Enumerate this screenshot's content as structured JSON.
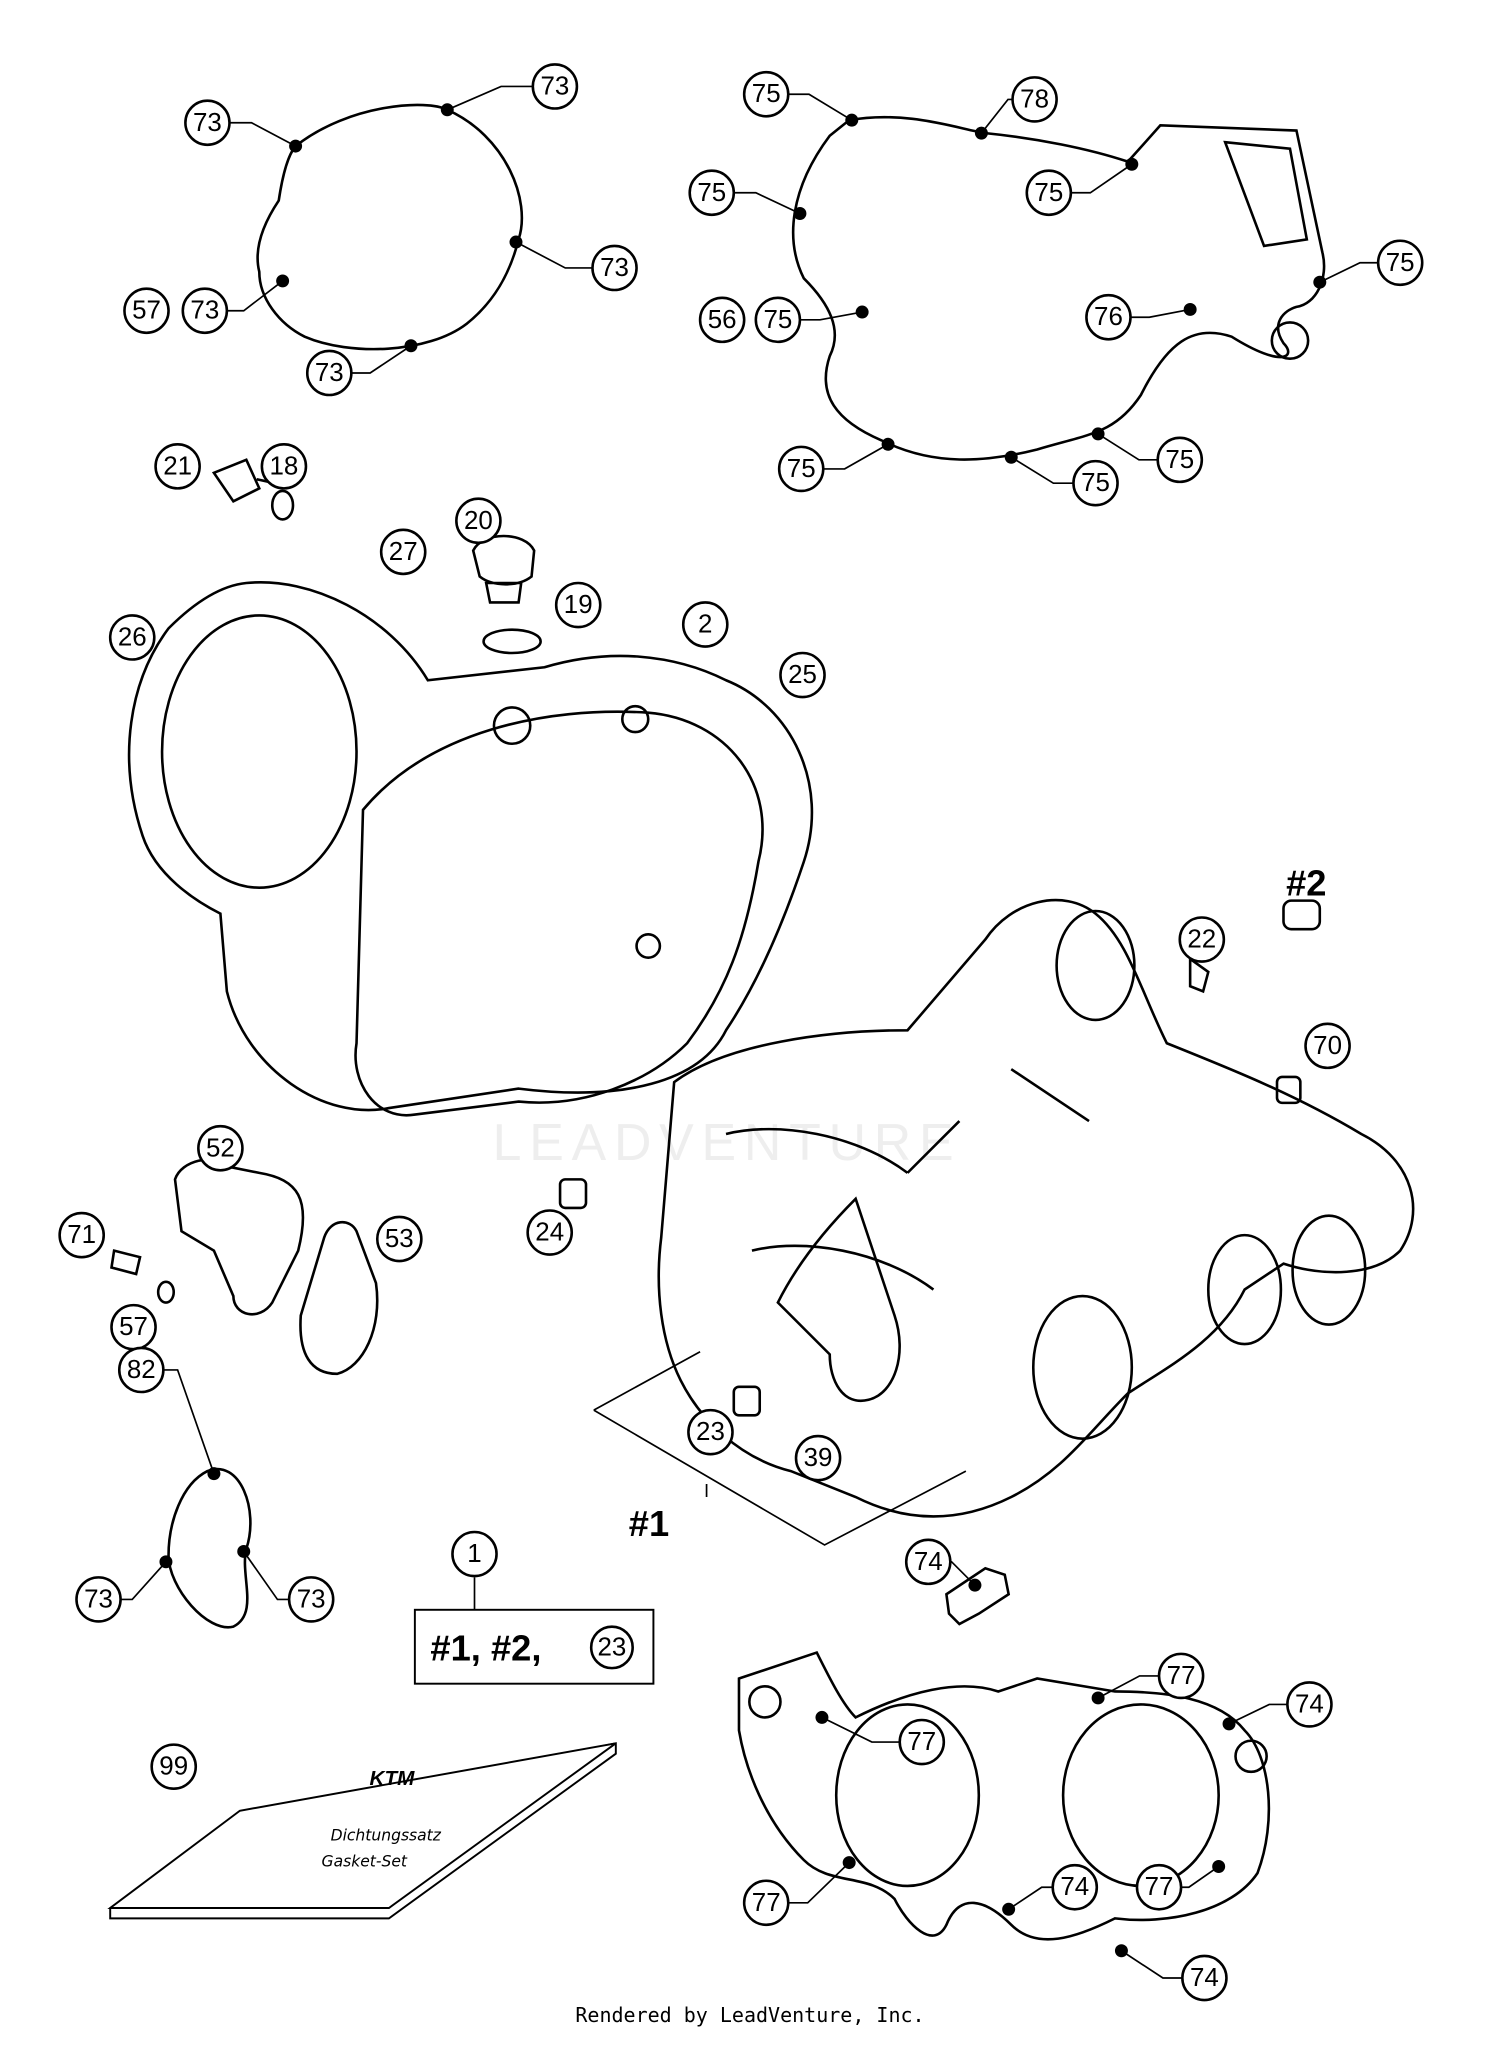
{
  "diagram": {
    "watermark": "LEADVENTURE",
    "group_labels": [
      "#1",
      "#2"
    ],
    "kit_box": {
      "text": "#1, #2,",
      "ref": "23"
    },
    "gasket_set": {
      "brand": "KTM",
      "line1": "Dichtungssatz",
      "line2": "Gasket-Set"
    },
    "callouts": [
      "73",
      "73",
      "73",
      "57",
      "73",
      "73",
      "75",
      "78",
      "75",
      "75",
      "75",
      "56",
      "75",
      "76",
      "75",
      "75",
      "75",
      "21",
      "18",
      "20",
      "19",
      "27",
      "26",
      "2",
      "25",
      "22",
      "70",
      "52",
      "71",
      "53",
      "57",
      "24",
      "23",
      "39",
      "82",
      "73",
      "73",
      "1",
      "74",
      "99",
      "77",
      "77",
      "74",
      "77",
      "74",
      "77",
      "74"
    ]
  },
  "footer": {
    "text": "Rendered by LeadVenture, Inc."
  }
}
